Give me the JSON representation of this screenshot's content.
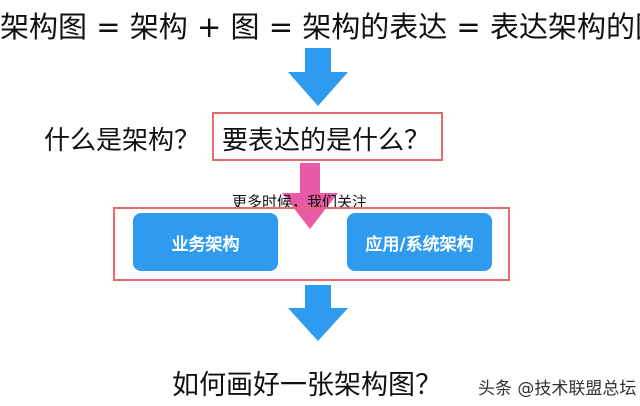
{
  "title": "架构图 = 架构 + 图 = 架构的表达 = 表达架构的图",
  "question_what_is_architecture": "什么是架构？",
  "question_what_to_express": "要表达的是什么？",
  "focus_note": "更多时候，我们关注",
  "boxes": [
    {
      "label": "业务架构"
    },
    {
      "label": "应用/系统架构"
    }
  ],
  "final_question": "如何画好一张架构图？",
  "watermark": "头条 @技术联盟总坛",
  "colors": {
    "blue_arrow": "#2e9bf0",
    "pink_arrow": "#e85aa6",
    "red_border": "#e46a6e",
    "box_fill": "#2e9bf0"
  }
}
